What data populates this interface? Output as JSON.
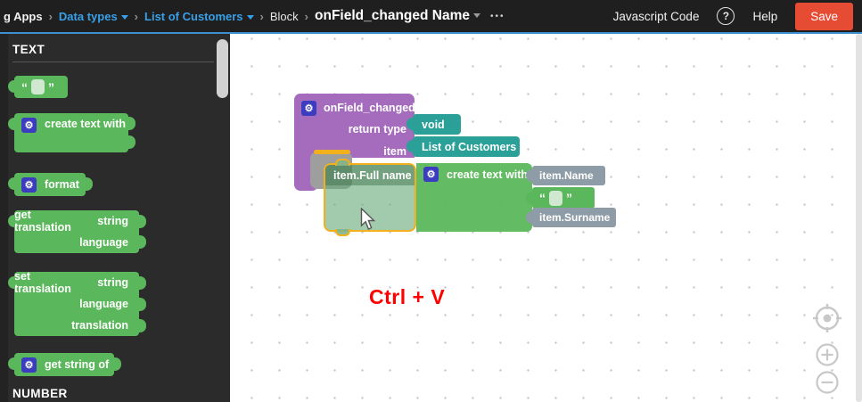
{
  "topbar": {
    "breadcrumb": {
      "app": "g Apps",
      "sep": "›",
      "items": [
        {
          "label": "Data types"
        },
        {
          "label": "List of Customers"
        },
        {
          "label": "Block"
        },
        {
          "label": "onField_changed Name"
        }
      ],
      "overflow": "•••"
    },
    "actions": {
      "javascript_code": "Javascript Code",
      "help_glyph": "?",
      "help": "Help",
      "save": "Save"
    }
  },
  "sidebar": {
    "sections": [
      {
        "label": "TEXT"
      },
      {
        "label": "NUMBER"
      }
    ],
    "blocks": {
      "quote": {
        "open": "“",
        "close": "”"
      },
      "create_text_with": {
        "label": "create text with"
      },
      "format": {
        "label": "format"
      },
      "get_translation": {
        "label": "get translation",
        "arg1": "string",
        "arg2": "language"
      },
      "set_translation": {
        "label": "set translation",
        "arg1": "string",
        "arg2": "language",
        "arg3": "translation"
      },
      "get_string_of": {
        "label": "get string of"
      }
    }
  },
  "canvas": {
    "event_block": {
      "title": "onField_changed",
      "return_type_label": "return type",
      "return_type_value": "void",
      "item_label": "item",
      "item_value": "List of Customers"
    },
    "paste_block": {
      "target": "item.Full name",
      "create_label": "create text with",
      "arg1": "item.Name",
      "quote_open": "“",
      "quote_close": "”",
      "arg3": "item.Surname"
    },
    "annotation": "Ctrl + V"
  },
  "icons": {
    "gear": "⚙"
  },
  "colors": {
    "block_green": "#5bb75b",
    "block_purple": "#a56bbd",
    "block_teal": "#2aa098",
    "block_gray": "#8d9ca7",
    "link_blue": "#38a0e8",
    "save_red": "#e64b33",
    "selection_gold": "#f2b01c",
    "annotation_red": "#fe0000",
    "topbar_bg": "#1f1f1f",
    "sidebar_bg": "#2b2b2b"
  }
}
